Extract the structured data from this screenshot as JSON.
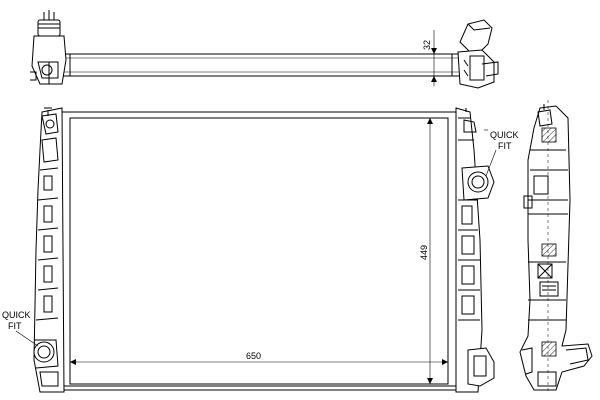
{
  "dimensions": {
    "width": "650",
    "height": "449",
    "thickness": "32"
  },
  "callouts": {
    "quick_fit_right_line1": "QUICK",
    "quick_fit_right_line2": "FIT",
    "quick_fit_left_line1": "QUICK",
    "quick_fit_left_line2": "FIT"
  },
  "colors": {
    "line": "#000000",
    "background": "#ffffff"
  }
}
